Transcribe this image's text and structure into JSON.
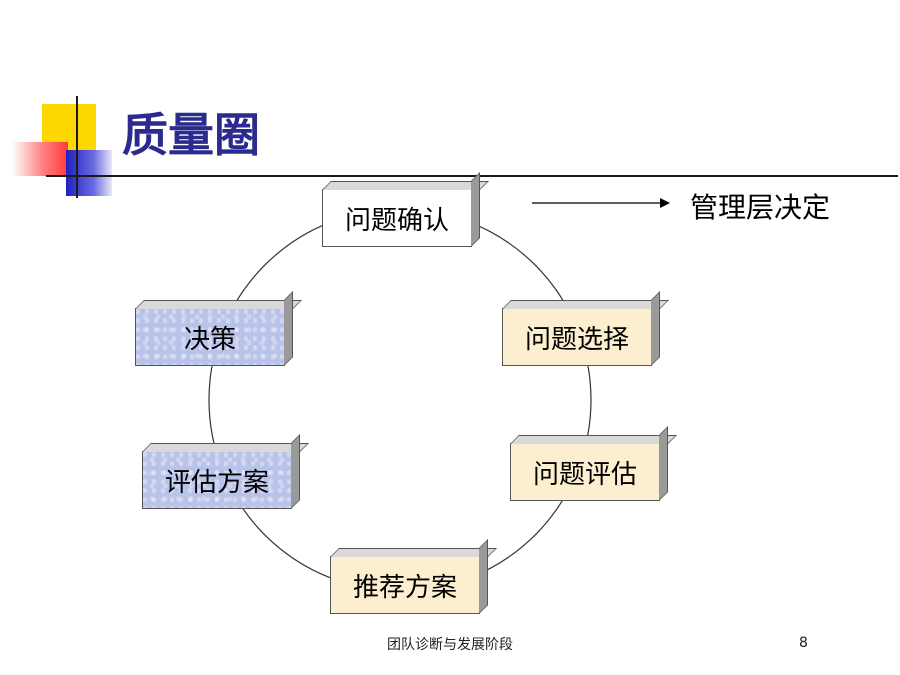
{
  "slide": {
    "title": "质量圈",
    "side_note": "管理层决定",
    "footer": "团队诊断与发展阶段",
    "page_number": "8"
  },
  "cycle": {
    "steps": [
      {
        "label": "问题确认",
        "fill": "#ffffff"
      },
      {
        "label": "问题选择",
        "fill": "#fbefcf"
      },
      {
        "label": "问题评估",
        "fill": "#fbefcf"
      },
      {
        "label": "推荐方案",
        "fill": "#fbefcf"
      },
      {
        "label": "评估方案",
        "fill": "#b9c3ea"
      },
      {
        "label": "决策",
        "fill": "#b9c3ea"
      }
    ]
  },
  "colors": {
    "title": "#2b2b8f",
    "accent_yellow": "#ffd700",
    "accent_red": "#ff3b3b",
    "accent_blue": "#2020c0"
  }
}
